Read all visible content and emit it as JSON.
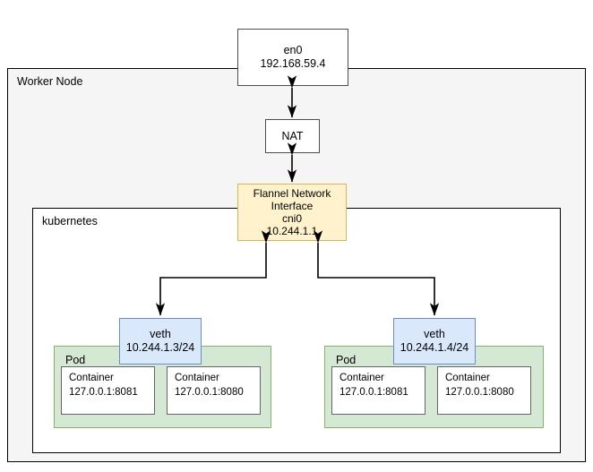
{
  "diagram": {
    "title": "Kubernetes worker node pod networking",
    "worker_node": {
      "label": "Worker Node",
      "fill": "#f5f5f5",
      "stroke": "#000000"
    },
    "kubernetes": {
      "label": "kubernetes",
      "fill": "#ffffff",
      "stroke": "#000000"
    },
    "nodes": {
      "en0": {
        "label": "en0\n192.168.59.4",
        "name": "en0",
        "ip": "192.168.59.4",
        "fill": "#ffffff",
        "stroke": "#4d4d4d"
      },
      "nat": {
        "label": "NAT",
        "fill": "#ffffff",
        "stroke": "#4d4d4d"
      },
      "cni0": {
        "label": "Flannel Network\nInterface\ncni0\n10.244.1.1",
        "name": "cni0",
        "ip": "10.244.1.1",
        "fill": "#fff2cc",
        "stroke": "#d6b656"
      },
      "veth_left": {
        "label": "veth\n10.244.1.3/24",
        "name": "veth",
        "ip": "10.244.1.3/24",
        "fill": "#dae8fc",
        "stroke": "#6c8ebf"
      },
      "veth_right": {
        "label": "veth\n10.244.1.4/24",
        "name": "veth",
        "ip": "10.244.1.4/24",
        "fill": "#dae8fc",
        "stroke": "#6c8ebf"
      }
    },
    "pods": [
      {
        "label": "Pod",
        "fill": "#d5e8d4",
        "stroke": "#82b366",
        "containers": [
          {
            "label": "Container\n127.0.0.1:8081",
            "name": "Container",
            "address": "127.0.0.1:8081"
          },
          {
            "label": "Container\n127.0.0.1:8080",
            "name": "Container",
            "address": "127.0.0.1:8080"
          }
        ]
      },
      {
        "label": "Pod",
        "fill": "#d5e8d4",
        "stroke": "#82b366",
        "containers": [
          {
            "label": "Container\n127.0.0.1:8081",
            "name": "Container",
            "address": "127.0.0.1:8081"
          },
          {
            "label": "Container\n127.0.0.1:8080",
            "name": "Container",
            "address": "127.0.0.1:8080"
          }
        ]
      }
    ],
    "connectors": [
      {
        "from": "en0",
        "to": "nat",
        "arrow": "both"
      },
      {
        "from": "nat",
        "to": "cni0",
        "arrow": "both"
      },
      {
        "from": "cni0",
        "to": "veth_left",
        "arrow": "both"
      },
      {
        "from": "cni0",
        "to": "veth_right",
        "arrow": "both"
      }
    ]
  }
}
